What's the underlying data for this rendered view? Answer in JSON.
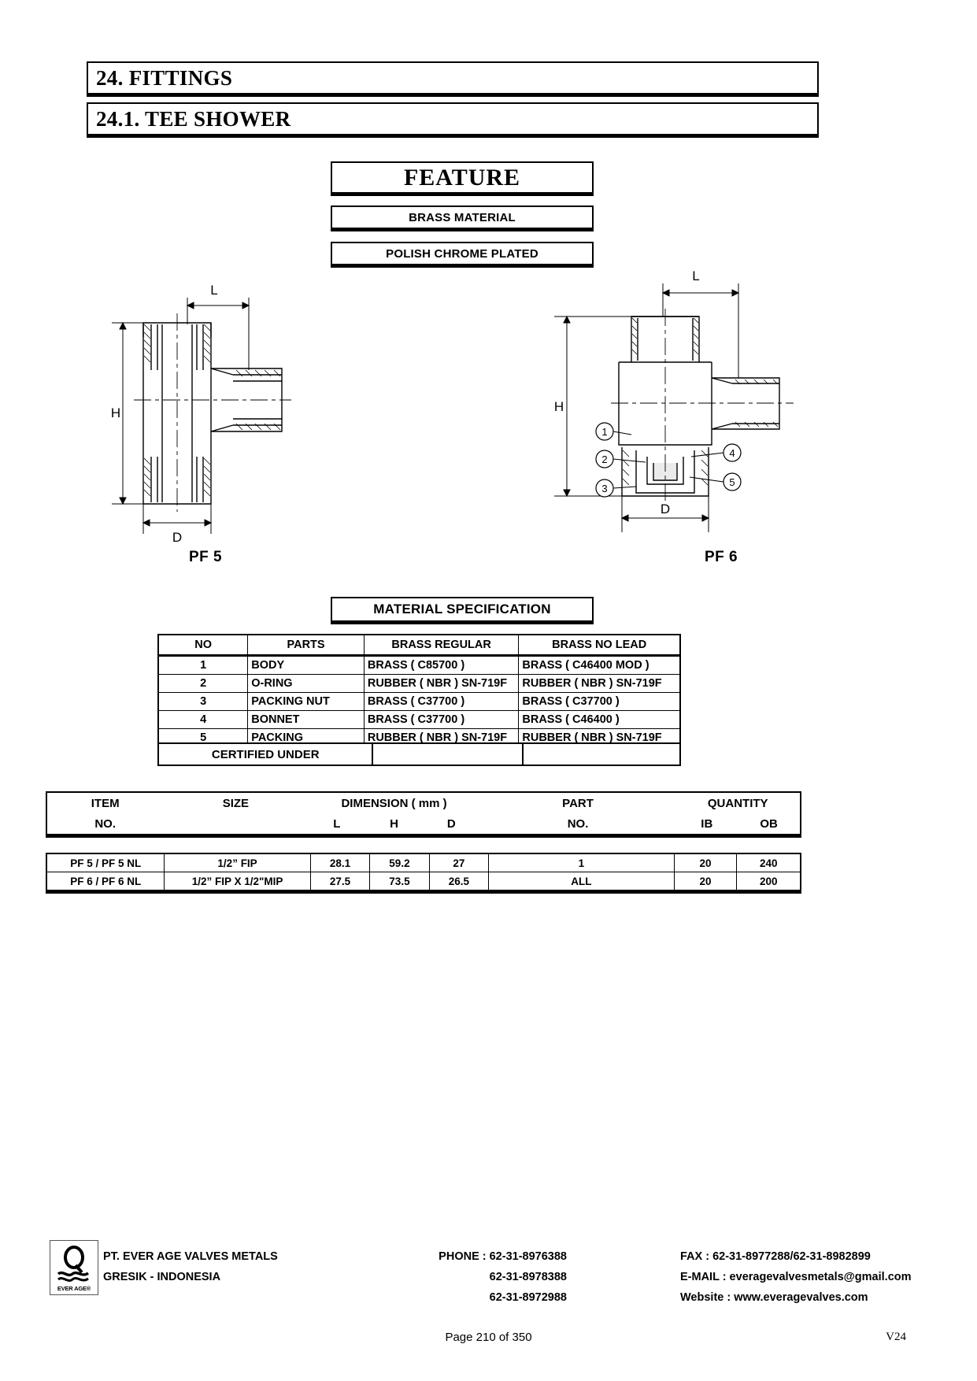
{
  "sections": {
    "chapter": "24. FITTINGS",
    "subchapter": "24.1.  TEE SHOWER"
  },
  "feature": {
    "title": "FEATURE",
    "items": [
      "BRASS MATERIAL",
      "POLISH CHROME PLATED"
    ]
  },
  "drawings": {
    "left": {
      "label": "PF 5",
      "dim_l": "L",
      "dim_h": "H",
      "dim_d": "D"
    },
    "right": {
      "label": "PF 6",
      "dim_l": "L",
      "dim_h": "H",
      "dim_d": "D",
      "callouts": [
        "1",
        "2",
        "3",
        "4",
        "5"
      ]
    }
  },
  "material_spec": {
    "title": "MATERIAL SPECIFICATION",
    "headers": [
      "NO",
      "PARTS",
      "BRASS REGULAR",
      "BRASS NO LEAD"
    ],
    "rows": [
      {
        "no": "1",
        "part": "BODY",
        "regular": "BRASS ( C85700 )",
        "nolead": "BRASS ( C46400 MOD )"
      },
      {
        "no": "2",
        "part": "O-RING",
        "regular": "RUBBER ( NBR ) SN-719F",
        "nolead": "RUBBER ( NBR ) SN-719F"
      },
      {
        "no": "3",
        "part": "PACKING NUT",
        "regular": "BRASS ( C37700 )",
        "nolead": "BRASS ( C37700 )"
      },
      {
        "no": "4",
        "part": "BONNET",
        "regular": "BRASS ( C37700 )",
        "nolead": "BRASS ( C46400 )"
      },
      {
        "no": "5",
        "part": "PACKING",
        "regular": "RUBBER ( NBR ) SN-719F",
        "nolead": "RUBBER ( NBR ) SN-719F"
      }
    ],
    "certified_under_label": "CERTIFIED UNDER",
    "certified_under_regular": "",
    "certified_under_nolead": ""
  },
  "dimension_table": {
    "headers_top": {
      "item": "ITEM",
      "size": "SIZE",
      "dimension": "DIMENSION ( mm )",
      "part": "PART",
      "quantity": "QUANTITY"
    },
    "headers_bottom": {
      "item": "NO.",
      "size": "",
      "l": "L",
      "h": "H",
      "d": "D",
      "part": "NO.",
      "ib": "IB",
      "ob": "OB"
    },
    "rows": [
      {
        "item": "PF 5 / PF 5 NL",
        "size": "1/2” FIP",
        "l": "28.1",
        "h": "59.2",
        "d": "27",
        "part": "1",
        "ib": "20",
        "ob": "240"
      },
      {
        "item": "PF 6 / PF 6 NL",
        "size": "1/2” FIP X 1/2\"MIP",
        "l": "27.5",
        "h": "73.5",
        "d": "26.5",
        "part": "ALL",
        "ib": "20",
        "ob": "200"
      }
    ]
  },
  "footer": {
    "logo_text": "EVER AGE®",
    "company_line1": "PT. EVER AGE VALVES METALS",
    "company_line2": "GRESIK - INDONESIA",
    "phone_line1": "PHONE : 62-31-8976388",
    "phone_line2": "62-31-8978388",
    "phone_line3": "62-31-8972988",
    "fax_line": "FAX  : 62-31-8977288/62-31-8982899",
    "email_line": "E-MAIL  : everagevalvesmetals@gmail.com",
    "website_line": "Website  : www.everagevalves.com",
    "page_number": "Page 210 of 350",
    "version": "V24"
  }
}
